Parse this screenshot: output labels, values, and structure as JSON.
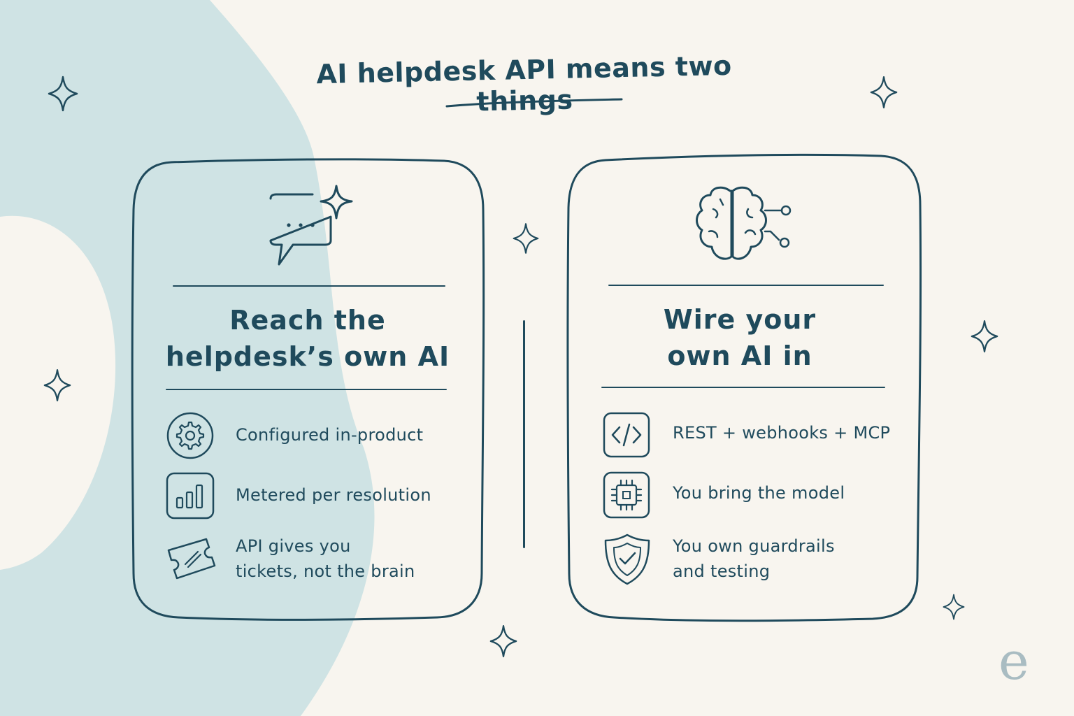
{
  "title": "AI helpdesk API means two things",
  "cards": [
    {
      "heading_lines": [
        "Reach the",
        "helpdesk’s own AI"
      ],
      "icon": "chat-sparkle-icon",
      "items": [
        {
          "icon": "gear-icon",
          "lines": [
            "Configured in-product"
          ]
        },
        {
          "icon": "bar-chart-icon",
          "lines": [
            "Metered per resolution"
          ]
        },
        {
          "icon": "ticket-icon",
          "lines": [
            "API gives you",
            "tickets, not the brain"
          ]
        }
      ]
    },
    {
      "heading_lines": [
        "Wire your",
        "own AI in"
      ],
      "icon": "brain-circuit-icon",
      "items": [
        {
          "icon": "code-icon",
          "lines": [
            "REST + webhooks + MCP"
          ]
        },
        {
          "icon": "chip-icon",
          "lines": [
            "You bring the model"
          ]
        },
        {
          "icon": "shield-check-icon",
          "lines": [
            "You own guardrails",
            "and testing"
          ]
        }
      ]
    }
  ],
  "logo_letter": "e",
  "colors": {
    "ink": "#1f4a5c",
    "background": "#f8f5ef",
    "blob": "#cfe3e4",
    "logo": "#a9bcc2"
  }
}
